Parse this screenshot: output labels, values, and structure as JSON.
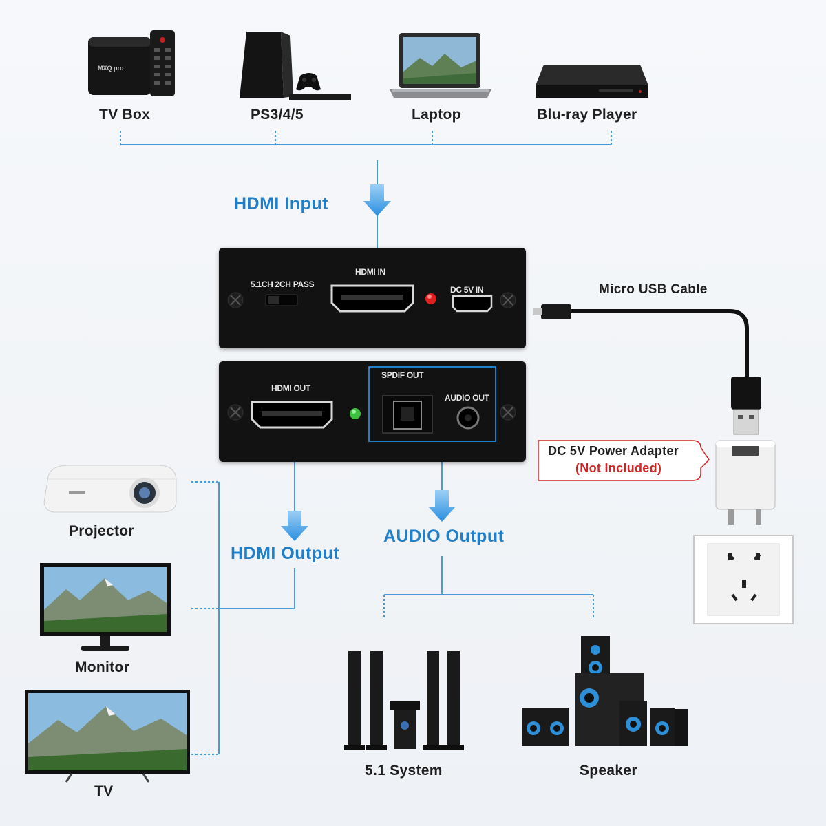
{
  "sources": [
    {
      "name": "TV Box"
    },
    {
      "name": "PS3/4/5"
    },
    {
      "name": "Laptop"
    },
    {
      "name": "Blu-ray Player"
    }
  ],
  "hdmi_input_label": "HDMI Input",
  "hdmi_output_label": "HDMI Output",
  "audio_output_label": "AUDIO Output",
  "tvbox_brand": "MXQ pro",
  "front_panel": {
    "switch_label": "5.1CH 2CH PASS",
    "hdmi_in_label": "HDMI IN",
    "dc_label": "DC 5V IN"
  },
  "back_panel": {
    "hdmi_out_label": "HDMI OUT",
    "spdif_label": "SPDIF OUT",
    "audio_out_label": "AUDIO OUT"
  },
  "cable_label": "Micro USB Cable",
  "adapter": {
    "line1": "DC 5V Power Adapter",
    "line2": "(Not Included)"
  },
  "displays": [
    {
      "name": "Projector"
    },
    {
      "name": "Monitor"
    },
    {
      "name": "TV"
    }
  ],
  "audio_devices": [
    {
      "name": "5.1 System"
    },
    {
      "name": "Speaker"
    }
  ],
  "colors": {
    "accent_blue": "#1f7fc8",
    "line_blue": "#4a9ad8",
    "device_black": "#121212",
    "led_red": "#e02020",
    "led_green": "#3cbf3c",
    "callout_red": "#d42424"
  }
}
